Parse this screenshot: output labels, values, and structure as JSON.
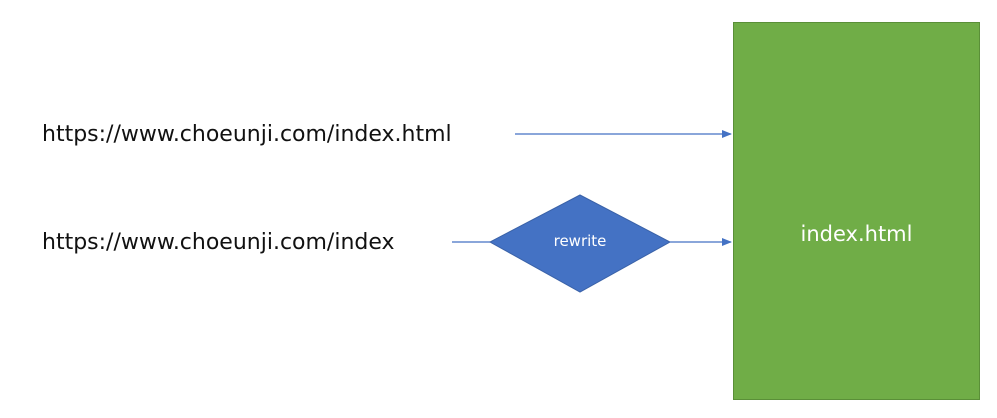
{
  "sources": [
    {
      "url": "https://www.choeunji.com/index.html"
    },
    {
      "url": "https://www.choeunji.com/index"
    }
  ],
  "decision": {
    "label": "rewrite"
  },
  "target": {
    "label": "index.html"
  },
  "colors": {
    "arrow": "#4472c4",
    "decision_fill": "#4472c4",
    "target_fill": "#70ad47",
    "text": "#111111"
  }
}
